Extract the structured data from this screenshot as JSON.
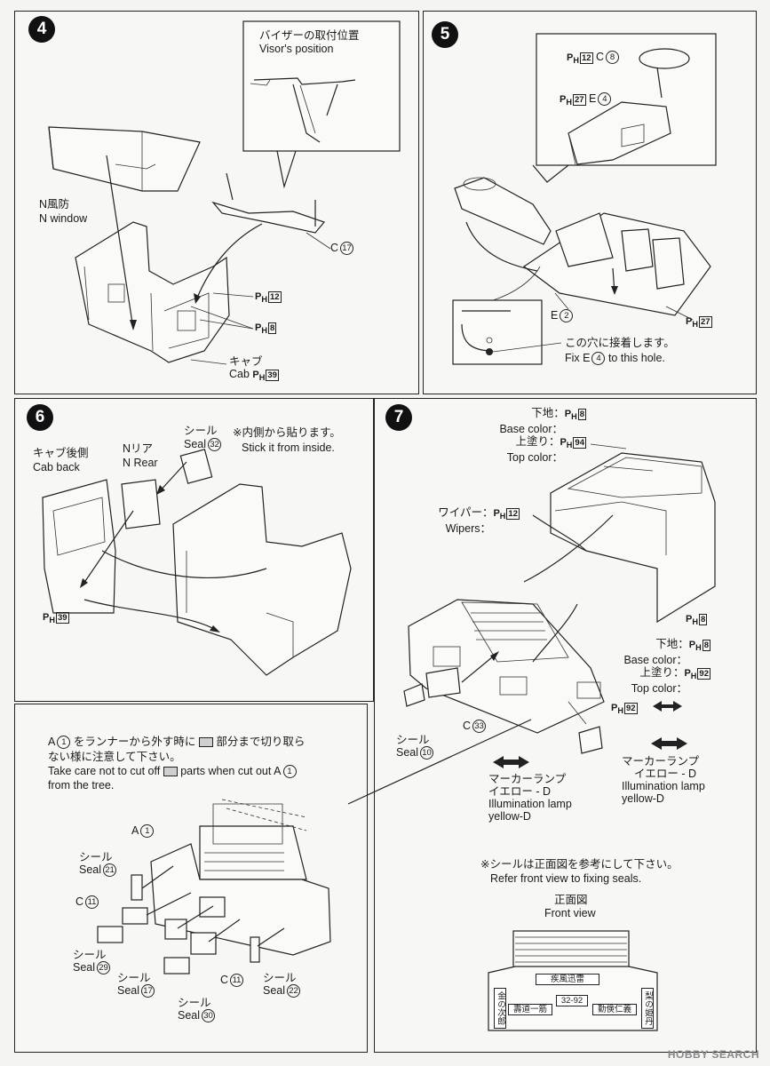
{
  "steps": {
    "s4": {
      "number": "4",
      "visor_title_jp": "バイザーの取付位置",
      "visor_title_en": "Visor's position",
      "n_window_jp": "N風防",
      "n_window_en": "N window",
      "part_c": "C",
      "part_c_num": "17",
      "ph_a_num": "12",
      "ph_b_num": "8",
      "cab_jp": "キャブ",
      "cab_en": "Cab",
      "cab_ph_num": "39"
    },
    "s5": {
      "number": "5",
      "ph_c_num": "12",
      "c_letter": "C",
      "c_num": "8",
      "ph_e_num": "27",
      "e_letter": "E",
      "e_num": "4",
      "e2_letter": "E",
      "e2_num": "2",
      "ph_floor_num": "27",
      "fix_jp": "この穴に接着します。",
      "fix_en_prefix": "Fix E",
      "fix_en_num": "4",
      "fix_en_suffix": " to this hole."
    },
    "s6": {
      "number": "6",
      "seal_jp": "シール",
      "seal_en": "Seal",
      "seal_num": "32",
      "inside_jp": "※内側から貼ります。",
      "inside_en": "Stick it from inside.",
      "cab_back_jp": "キャブ後側",
      "cab_back_en": "Cab back",
      "n_rear_jp": "Nリア",
      "n_rear_en": "N Rear",
      "ph_num": "39"
    },
    "s7": {
      "number": "7",
      "base_jp": "下地：",
      "base_en": "Base color：",
      "top_jp": "上塗り：",
      "top_en": "Top color：",
      "top_ph_base": "8",
      "top_ph_top": "94",
      "wipers_jp": "ワイパー：",
      "wipers_en": "Wipers：",
      "wipers_ph": "12",
      "side_ph": "8",
      "lower_base_jp": "下地：",
      "lower_base_en": "Base color：",
      "lower_top_jp": "上塗り：",
      "lower_top_en": "Top color：",
      "lower_ph_base": "8",
      "lower_ph_top": "92",
      "bumper_ph": "92",
      "seal_jp": "シール",
      "seal_en": "Seal",
      "seal_num": "10",
      "c_letter": "C",
      "c_num": "33",
      "lamp1_jp": "マーカーランプ",
      "lamp1_color_jp": "イエロー - D",
      "lamp1_en": "Illumination lamp",
      "lamp1_color_en": "yellow-D",
      "lamp2_jp": "マーカーランプ",
      "lamp2_color_jp": "イエロー - D",
      "lamp2_en": "Illumination lamp",
      "lamp2_color_en": "yellow-D",
      "seal_note_jp": "※シールは正面図を参考にして下さい。",
      "seal_note_en": "Refer front view to fixing seals.",
      "front_jp": "正面図",
      "front_en": "Front view",
      "sign_top": "疾風迅雷",
      "sign_left_vert": "金の次郎",
      "sign_center_left": "壽道一筋",
      "sign_plate": "32-92",
      "sign_center_right": "勤倹仁義",
      "sign_right_vert": "梨の姫丹"
    },
    "detail": {
      "note_jp_1": "をランナーから外す時に",
      "note_jp_2": "部分まで切り取ら",
      "note_jp_3": "ない様に注意して下さい。",
      "note_en_1": "Take care not to cut off",
      "note_en_2": "parts when cut out",
      "note_en_3": "from the tree.",
      "a_letter": "A",
      "a_num": "1",
      "seal_jp": "シール",
      "seal_en": "Seal",
      "seal21": "21",
      "seal29": "29",
      "seal17": "17",
      "seal30": "30",
      "seal22": "22",
      "c11a_letter": "C",
      "c11a_num": "11",
      "c11b_letter": "C",
      "c11b_num": "11"
    }
  },
  "ph_prefix": "P",
  "ph_sub": "H",
  "watermark": "HOBBY SEARCH"
}
